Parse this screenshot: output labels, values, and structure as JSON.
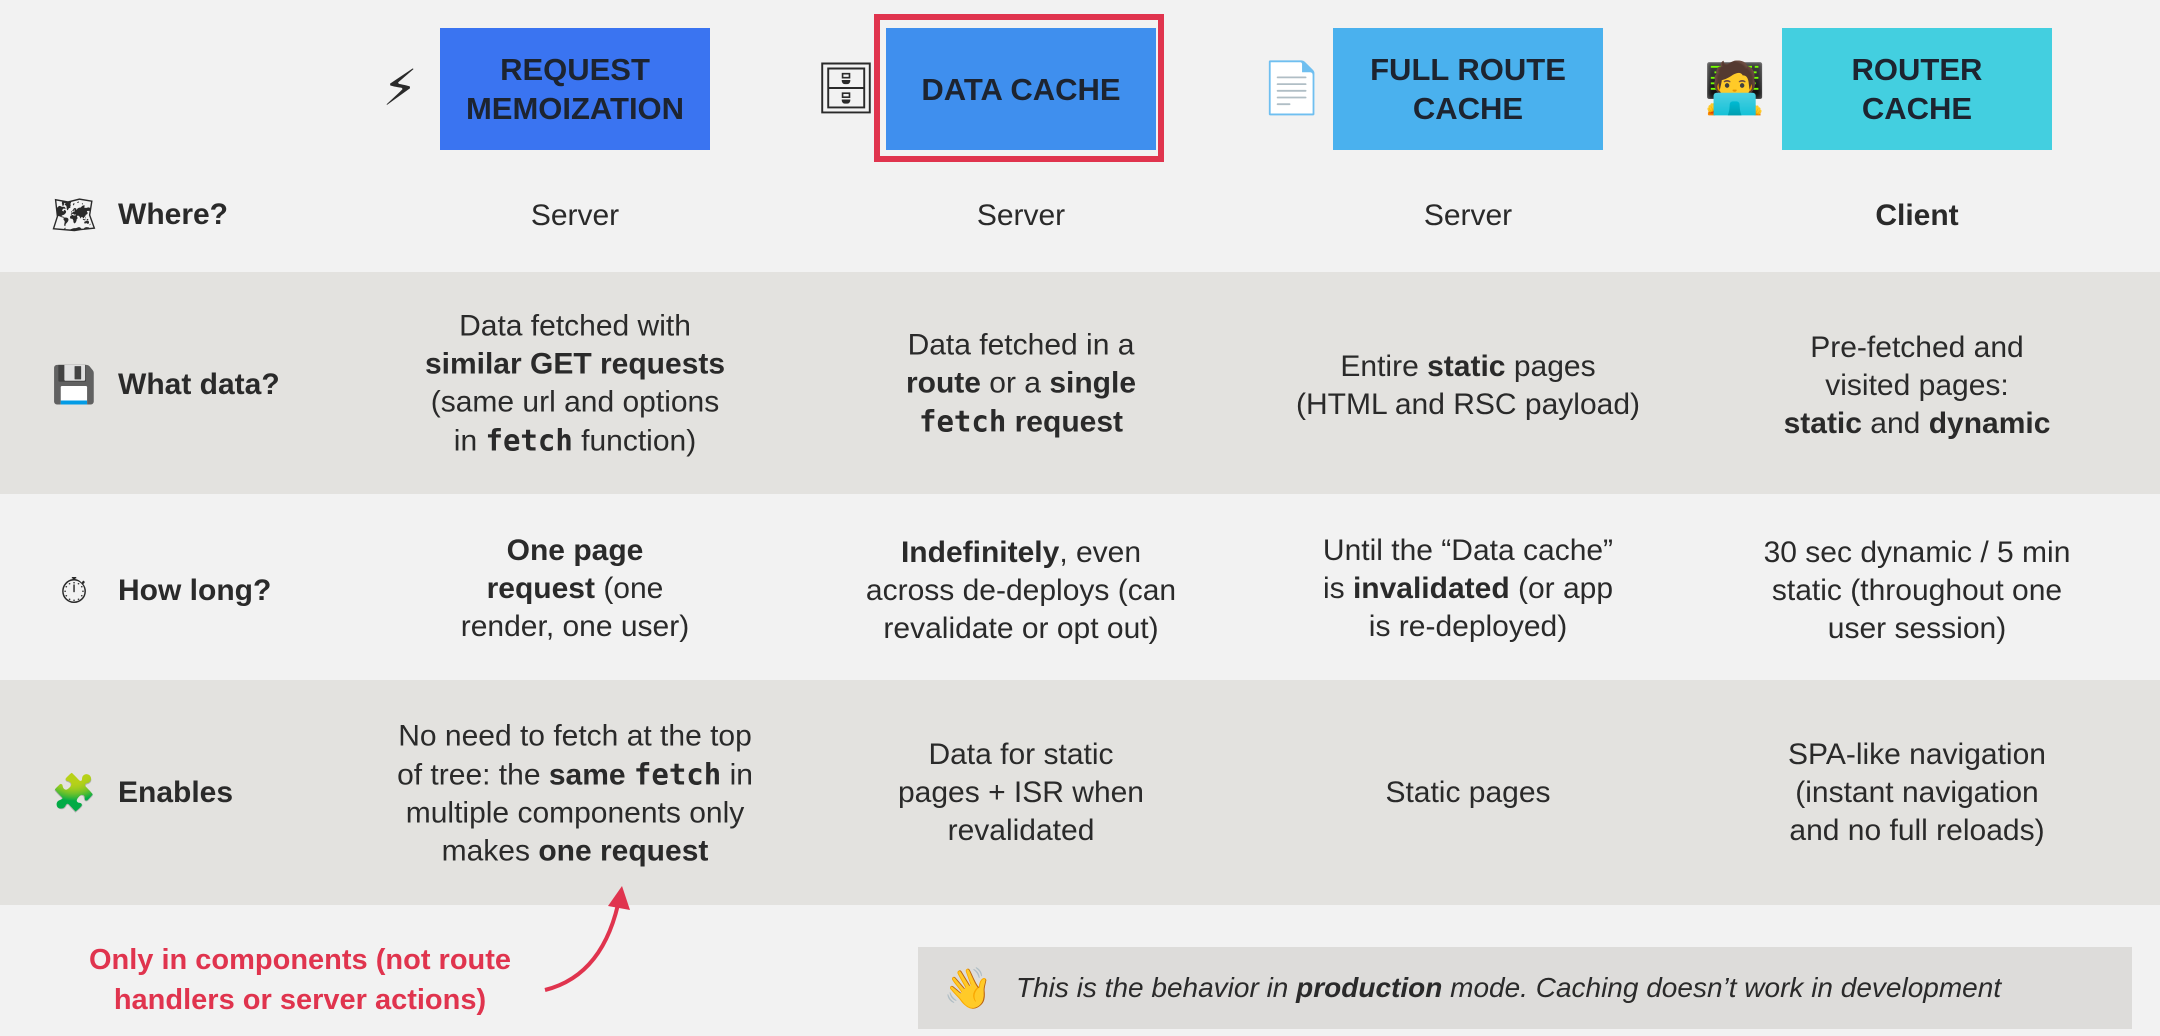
{
  "columns": [
    {
      "title": "REQUEST\nMEMOIZATION",
      "icon": "lightning-icon",
      "glyph": "⚡",
      "color": "#3a74f1"
    },
    {
      "title": "DATA CACHE",
      "icon": "file-cabinet-icon",
      "glyph": "🗄",
      "color": "#3f8fee"
    },
    {
      "title": "FULL ROUTE\nCACHE",
      "icon": "page-icon",
      "glyph": "📄",
      "color": "#4ab1ee"
    },
    {
      "title": "ROUTER\nCACHE",
      "icon": "technologist-icon",
      "glyph": "🧑‍💻",
      "color": "#43cfe0"
    }
  ],
  "highlight_color": "#e0344e",
  "rows": [
    {
      "label": "Where?",
      "icon": "map-icon",
      "glyph": "🗺",
      "cells": [
        [
          {
            "t": "Server"
          }
        ],
        [
          {
            "t": "Server"
          }
        ],
        [
          {
            "t": "Server"
          }
        ],
        [
          {
            "t": "Client",
            "b": true
          }
        ]
      ]
    },
    {
      "label": "What data?",
      "icon": "floppy-disk-icon",
      "glyph": "💾",
      "cells": [
        [
          {
            "t": "Data fetched with"
          },
          {
            "br": true
          },
          {
            "t": "similar GET requests",
            "b": true
          },
          {
            "br": true
          },
          {
            "t": "(same url and options"
          },
          {
            "br": true
          },
          {
            "t": "in "
          },
          {
            "t": "fetch",
            "m": true
          },
          {
            "t": " function)"
          }
        ],
        [
          {
            "t": "Data fetched in a"
          },
          {
            "br": true
          },
          {
            "t": "route",
            "b": true
          },
          {
            "t": " or a "
          },
          {
            "t": "single",
            "b": true
          },
          {
            "br": true
          },
          {
            "t": "fetch",
            "m": true
          },
          {
            "t": " request",
            "b": true
          }
        ],
        [
          {
            "t": "Entire "
          },
          {
            "t": "static",
            "b": true
          },
          {
            "t": " pages"
          },
          {
            "br": true
          },
          {
            "t": "(HTML and RSC payload)"
          }
        ],
        [
          {
            "t": "Pre-fetched and"
          },
          {
            "br": true
          },
          {
            "t": "visited pages:"
          },
          {
            "br": true
          },
          {
            "t": "static",
            "b": true
          },
          {
            "t": " and "
          },
          {
            "t": "dynamic",
            "b": true
          }
        ]
      ]
    },
    {
      "label": "How long?",
      "icon": "stopwatch-icon",
      "glyph": "⏱",
      "cells": [
        [
          {
            "t": "One page",
            "b": true
          },
          {
            "br": true
          },
          {
            "t": "request",
            "b": true
          },
          {
            "t": " (one"
          },
          {
            "br": true
          },
          {
            "t": "render, one user)"
          }
        ],
        [
          {
            "t": "Indefinitely",
            "b": true
          },
          {
            "t": ", even"
          },
          {
            "br": true
          },
          {
            "t": "across de-deploys (can"
          },
          {
            "br": true
          },
          {
            "t": "revalidate or opt out)"
          }
        ],
        [
          {
            "t": "Until the “Data cache”"
          },
          {
            "br": true
          },
          {
            "t": "is "
          },
          {
            "t": "invalidated",
            "b": true
          },
          {
            "t": " (or app"
          },
          {
            "br": true
          },
          {
            "t": "is re-deployed)"
          }
        ],
        [
          {
            "t": "30 sec dynamic / 5 min"
          },
          {
            "br": true
          },
          {
            "t": "static (throughout one"
          },
          {
            "br": true
          },
          {
            "t": "user session)"
          }
        ]
      ]
    },
    {
      "label": "Enables",
      "icon": "puzzle-piece-icon",
      "glyph": "🧩",
      "cells": [
        [
          {
            "t": "No need to fetch at the top"
          },
          {
            "br": true
          },
          {
            "t": "of tree: the "
          },
          {
            "t": "same",
            "b": true
          },
          {
            "t": " "
          },
          {
            "t": "fetch",
            "m": true
          },
          {
            "t": " in"
          },
          {
            "br": true
          },
          {
            "t": "multiple components only"
          },
          {
            "br": true
          },
          {
            "t": "makes "
          },
          {
            "t": "one request",
            "b": true
          }
        ],
        [
          {
            "t": "Data for static"
          },
          {
            "br": true
          },
          {
            "t": "pages + ISR when"
          },
          {
            "br": true
          },
          {
            "t": "revalidated"
          }
        ],
        [
          {
            "t": "Static pages"
          }
        ],
        [
          {
            "t": "SPA-like navigation"
          },
          {
            "br": true
          },
          {
            "t": "(instant navigation"
          },
          {
            "br": true
          },
          {
            "t": "and no full reloads)"
          }
        ]
      ]
    }
  ],
  "note": {
    "text": "Only in components (not route handlers or server actions)",
    "color": "#e0344e"
  },
  "banner": {
    "icon": "waving-hand-icon",
    "glyph": "👋",
    "parts": [
      {
        "t": "This is the behavior in "
      },
      {
        "t": "production",
        "b": true
      },
      {
        "t": " mode. Caching doesn’t work in development"
      }
    ]
  }
}
